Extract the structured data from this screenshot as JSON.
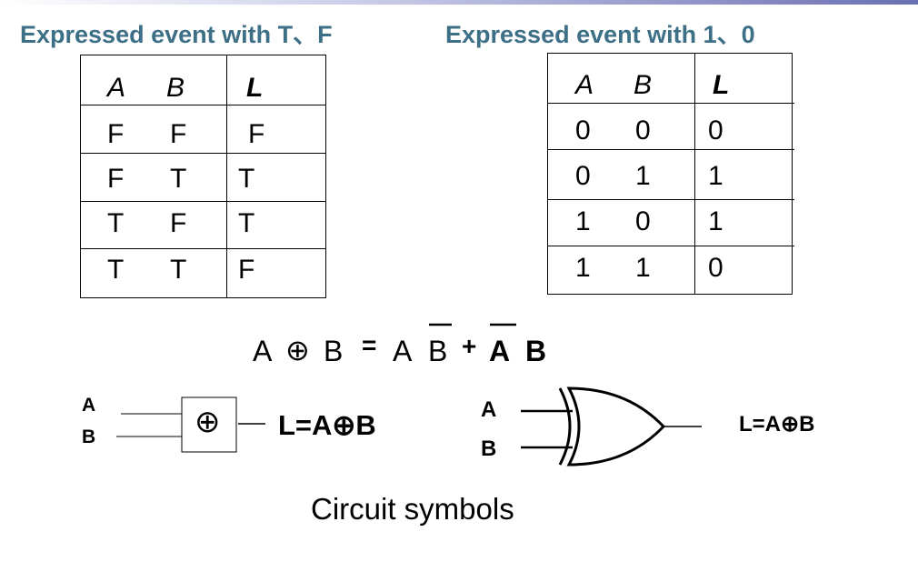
{
  "headings": {
    "left": "Expressed event with T、F",
    "right": "Expressed event with 1、0"
  },
  "table_tf": {
    "headers": [
      "A",
      "B",
      "L"
    ],
    "rows": [
      [
        "F",
        "F",
        "F"
      ],
      [
        "F",
        "T",
        "T"
      ],
      [
        "T",
        "F",
        "T"
      ],
      [
        "T",
        "T",
        "F"
      ]
    ]
  },
  "table_10": {
    "headers": [
      "A",
      "B",
      "L"
    ],
    "rows": [
      [
        "0",
        "0",
        "0"
      ],
      [
        "0",
        "1",
        "1"
      ],
      [
        "1",
        "0",
        "1"
      ],
      [
        "1",
        "1",
        "0"
      ]
    ]
  },
  "equation": {
    "a1": "A",
    "xor_symbol": "⊕",
    "b1": "B",
    "equals": "=",
    "a2": "A",
    "b2": "B",
    "plus": "+",
    "a3": "A",
    "b3": "B"
  },
  "circuit_box": {
    "input_a": "A",
    "input_b": "B",
    "symbol": "⊕",
    "output_label": "L=A⊕B"
  },
  "circuit_gate": {
    "input_a": "A",
    "input_b": "B",
    "output_label": "L=A⊕B"
  },
  "caption": "Circuit symbols"
}
